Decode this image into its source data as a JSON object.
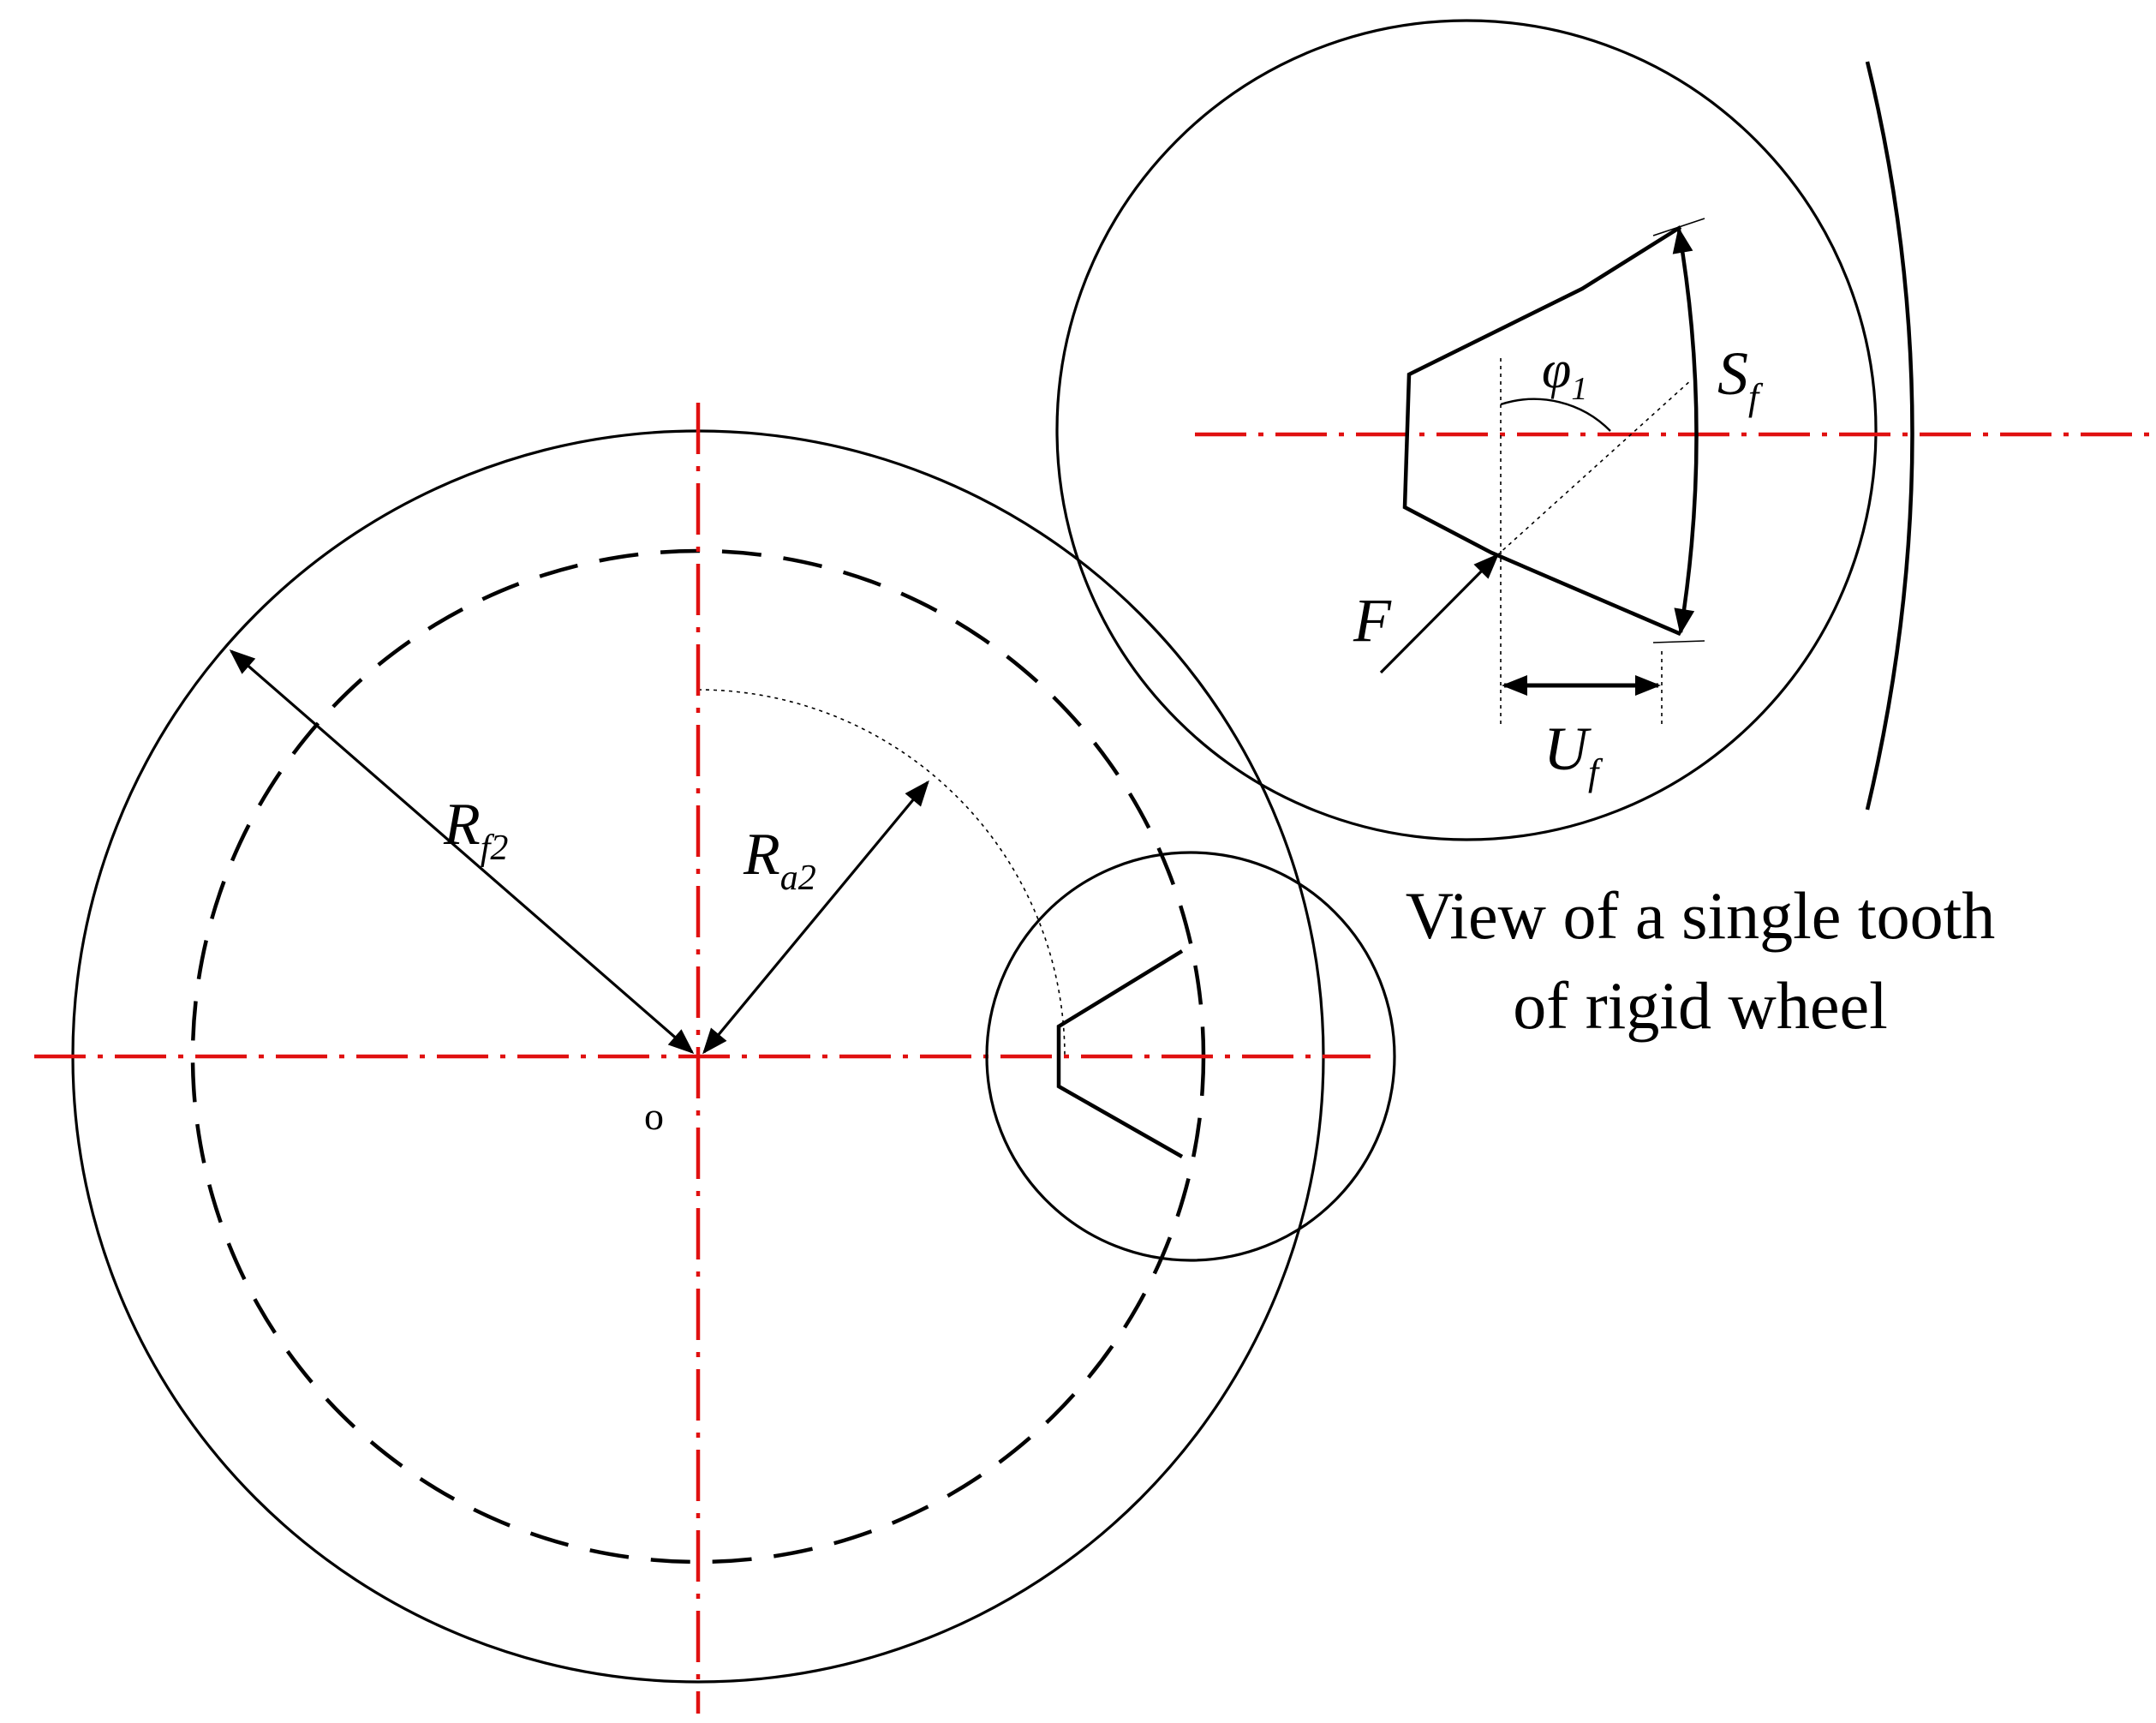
{
  "labels": {
    "origin": "o",
    "rf2_main": "R",
    "rf2_sub": "f2",
    "ra2_main": "R",
    "ra2_sub": "a2",
    "phi_main": "φ",
    "phi_sub": "1",
    "sf_main": "S",
    "sf_sub": "f",
    "force": "F",
    "uf_main": "U",
    "uf_sub": "f"
  },
  "caption": {
    "line1": "View of a single tooth",
    "line2": "of rigid wheel"
  },
  "colors": {
    "centerline": "#e01010",
    "stroke": "#000000"
  }
}
